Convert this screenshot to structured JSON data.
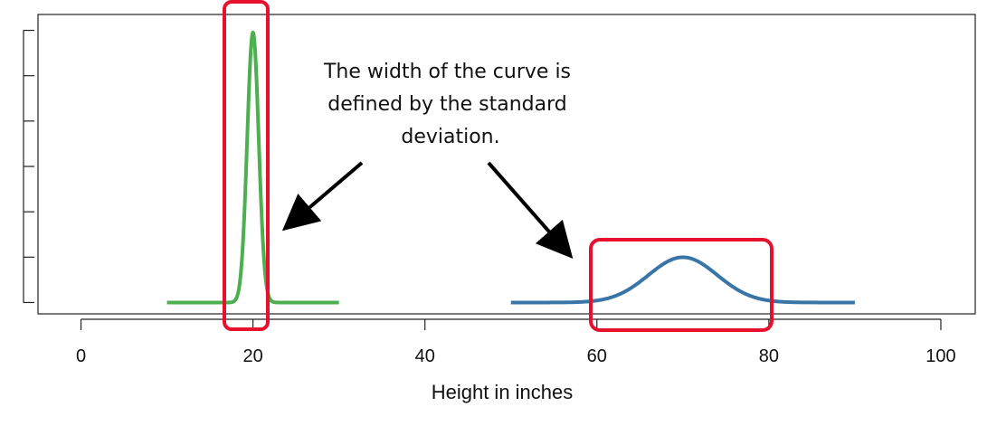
{
  "chart_data": {
    "type": "line",
    "xlabel": "Height in inches",
    "ylabel": "",
    "xlim": [
      -5,
      104
    ],
    "x_ticks": [
      0,
      20,
      40,
      60,
      80,
      100
    ],
    "y_ticks": [
      0,
      0.1,
      0.2,
      0.3,
      0.4,
      0.5,
      0.6
    ],
    "ylim": [
      -0.025,
      0.635
    ],
    "series": [
      {
        "distribution": "normal",
        "mean": 20,
        "sd": 0.67,
        "x_range": [
          10,
          30
        ],
        "color": "#4CAF50"
      },
      {
        "distribution": "normal",
        "mean": 70,
        "sd": 4,
        "x_range": [
          50,
          90
        ],
        "color": "#3A75A8"
      }
    ],
    "annotation": {
      "lines": [
        "The width of the curve is",
        "defined by the standard",
        "deviation."
      ]
    },
    "highlight_color": "#E8112D"
  }
}
